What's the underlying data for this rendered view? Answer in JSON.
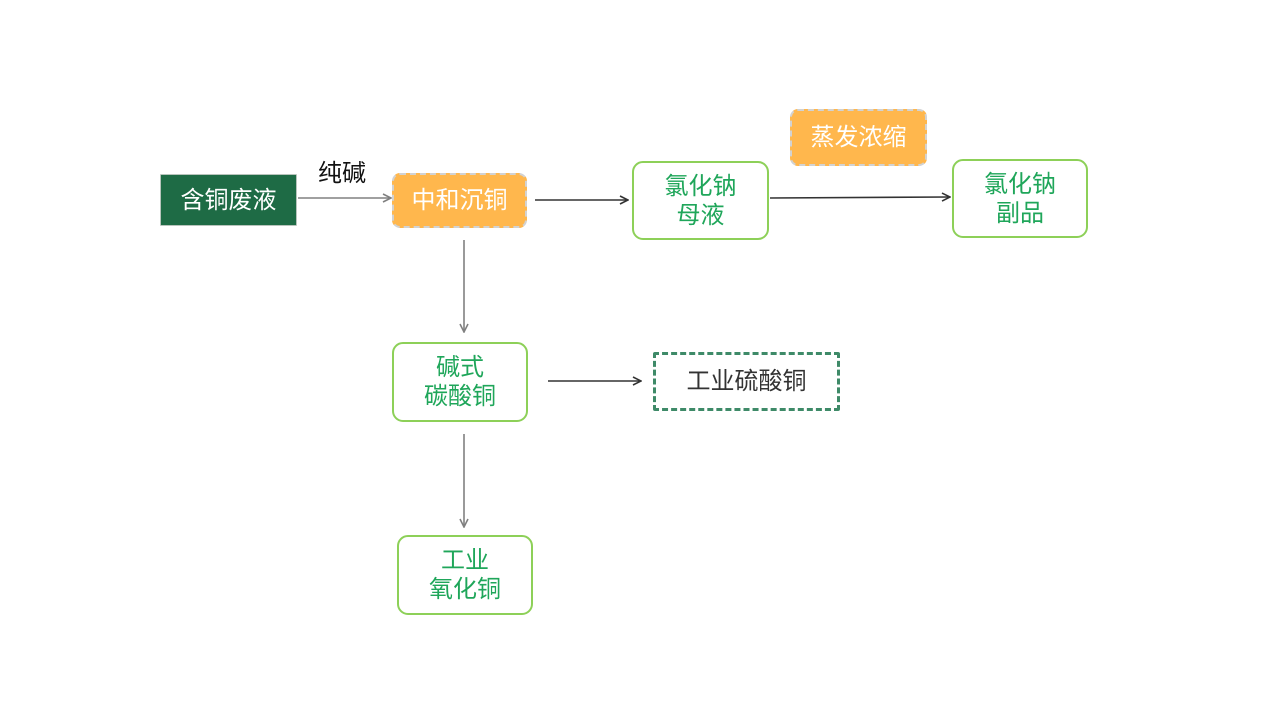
{
  "colors": {
    "dark_box": "#1e6b45",
    "orange_box": "#ffb74d",
    "green_border": "#8dd058",
    "green_text": "#1fa65a",
    "dashed_border": "#3e8a68",
    "arrow_gray": "#808080",
    "arrow_dark": "#333333"
  },
  "nodes": {
    "waste_liquid": "含铜废液",
    "neutralization": "中和沉铜",
    "nacl_mother": "氯化钠\n母液",
    "evaporation": "蒸发浓缩",
    "nacl_byproduct": "氯化钠\n副品",
    "basic_carbonate": "碱式\n碳酸铜",
    "industrial_sulfate": "工业硫酸铜",
    "industrial_oxide": "工业\n氧化铜"
  },
  "labels": {
    "soda": "纯碱"
  }
}
